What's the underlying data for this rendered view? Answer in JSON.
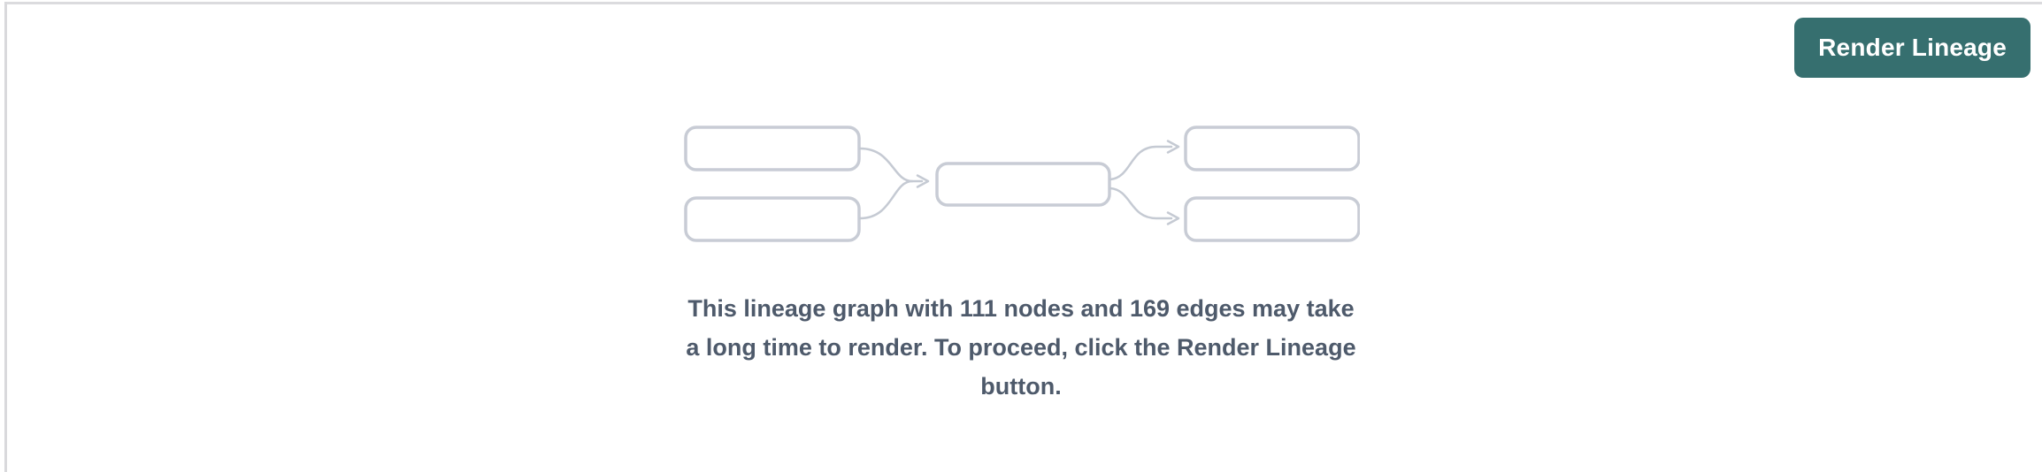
{
  "panel": {
    "name": "lineage-tab-panel"
  },
  "toolbar": {
    "render_button_label": "Render Lineage"
  },
  "message": {
    "full_text": "This lineage graph with 111 nodes and 169 edges may take a long time to render. To proceed, click the Render Lineage button.",
    "lines": [
      "This lineage graph with 111 nodes and 169 edges may take",
      "a long time to render. To proceed, click the Render Lineage",
      "button."
    ],
    "node_count": "111",
    "edge_count": "169"
  },
  "illustration": {
    "description": "placeholder lineage graph: two source nodes flowing into one middle node flowing into two target nodes"
  },
  "colors": {
    "accent_teal": "#366f6f",
    "message_text": "#4e5a6b",
    "graph_box_border": "#c8ccd5",
    "graph_arrow": "#c5cad3",
    "panel_border": "#d9d9dc"
  }
}
